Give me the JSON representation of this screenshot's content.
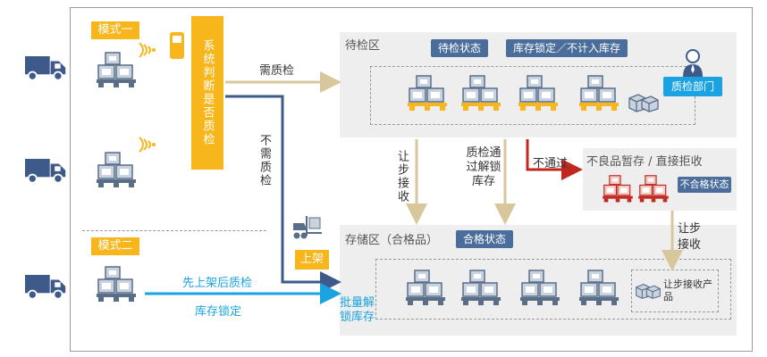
{
  "modes": {
    "mode1": "模式一",
    "mode2": "模式二"
  },
  "decision_box": "系统判断是否质检",
  "flow_labels": {
    "need_qc": "需质检",
    "no_qc": "不需质检",
    "concession_accept": "让步接收",
    "qc_pass_unlock": "质检通过解锁库存",
    "fail": "不通过",
    "concession_accept_2": "让步接收",
    "shelve_first": "先上架后质检",
    "lock_stock": "库存锁定",
    "batch_unlock": "批量解锁库存"
  },
  "shelve_box": "上架",
  "inspection_zone": {
    "title": "待检区",
    "status_badge": "待检状态",
    "lock_badge": "库存锁定／不计入库存",
    "qc_dept": "质检部门"
  },
  "defect_zone": {
    "title": "不良品暂存 / 直接拒收",
    "status_badge": "不合格状态"
  },
  "storage_zone": {
    "title": "存储区（合格品）",
    "status_badge": "合格状态",
    "concession_products": "让步接收产品"
  },
  "colors": {
    "accent_yellow": "#f7b61c",
    "badge_blue": "#4a6d9c",
    "arrow_beige": "#d8c79c",
    "arrow_navy": "#3d5a8a",
    "arrow_red": "#c0281f",
    "arrow_cyan": "#1aa3e0"
  }
}
